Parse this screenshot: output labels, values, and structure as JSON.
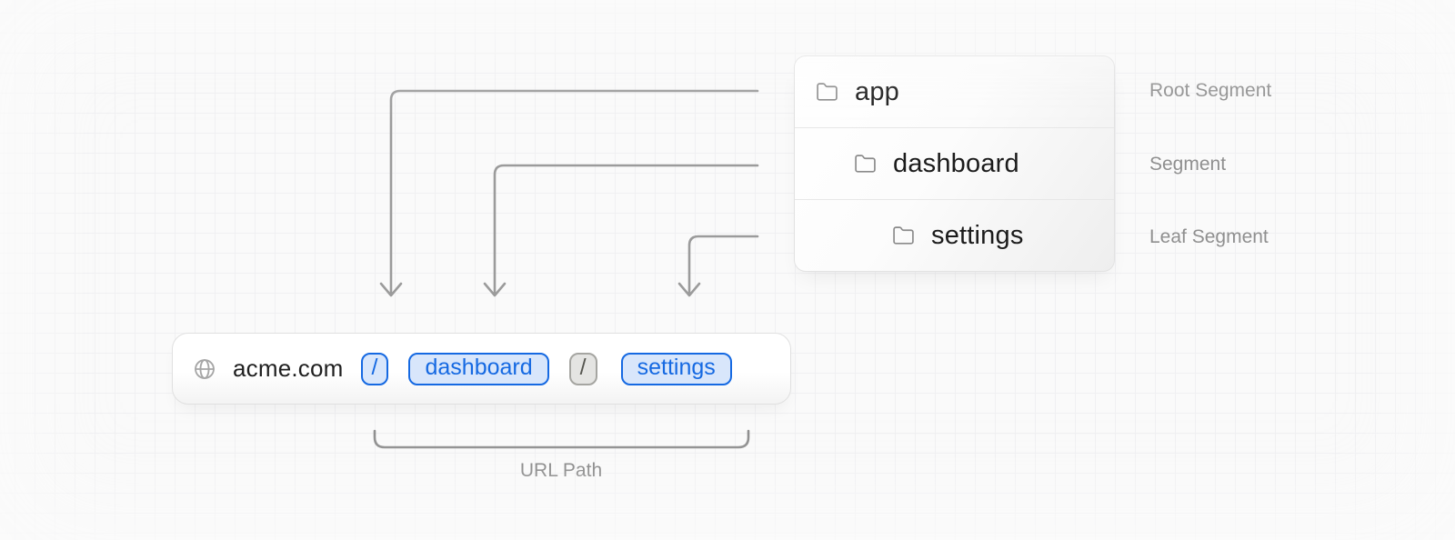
{
  "folder_tree": {
    "rows": [
      {
        "name": "app",
        "annotation": "Root Segment"
      },
      {
        "name": "dashboard",
        "annotation": "Segment"
      },
      {
        "name": "settings",
        "annotation": "Leaf Segment"
      }
    ]
  },
  "url_bar": {
    "domain": "acme.com",
    "segments": [
      {
        "text": "/",
        "style": "highlight"
      },
      {
        "text": "dashboard",
        "style": "highlight"
      },
      {
        "text": "/",
        "style": "muted"
      },
      {
        "text": "settings",
        "style": "highlight"
      }
    ]
  },
  "annotations": {
    "url_path_label": "URL Path"
  },
  "colors": {
    "accent_blue": "#1569e2",
    "accent_blue_fill": "#d8e6fb",
    "muted_badge_border": "#a5a5a1",
    "muted_badge_fill": "#e4e4e2",
    "arrow_gray": "#9b9b9b",
    "label_gray": "#8f8f8f",
    "background": "#fafafa",
    "grid_line": "#f0f0f2"
  }
}
